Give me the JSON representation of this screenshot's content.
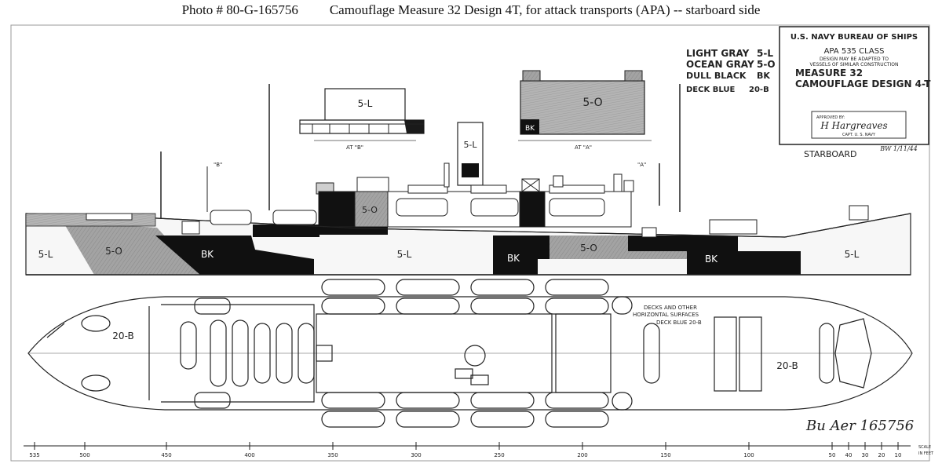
{
  "caption": {
    "photo_id": "Photo #  80-G-165756",
    "title": "Camouflage Measure 32 Design 4T, for attack transports (APA) -- starboard side"
  },
  "title_block": {
    "line1": "U.S. NAVY   BUREAU OF SHIPS",
    "class": "APA 535 CLASS",
    "note1": "DESIGN MAY BE ADAPTED TO",
    "note2": "VESSELS OF SIMILAR CONSTRUCTION",
    "measure": "MEASURE 32",
    "design": "CAMOUFLAGE DESIGN 4-T",
    "approved": "APPROVED BY:",
    "signature": "H Hargreaves",
    "rank": "CAPT. U. S. NAVY",
    "date": "BW 1/11/44"
  },
  "legend": [
    {
      "name": "LIGHT GRAY",
      "code": "5-L"
    },
    {
      "name": "OCEAN GRAY",
      "code": "5-O"
    },
    {
      "name": "DULL BLACK",
      "code": "BK"
    },
    {
      "name": "DECK BLUE",
      "code": "20-B"
    }
  ],
  "side_label": "STARBOARD",
  "sections": {
    "b_label": "AT \"B\"",
    "a_label": "AT \"A\"",
    "b_code": "5-L",
    "a_code": "5-O",
    "a_bk": "BK",
    "marker_b": "\"B\"",
    "marker_a": "\"A\"",
    "stack_code": "5-L"
  },
  "hull_labels": {
    "bow": "5-L",
    "band1": "5-O",
    "bk1": "BK",
    "mid": "5-L",
    "bk2": "BK",
    "band2": "5-O",
    "bk3": "BK",
    "stern": "5-L",
    "super": "5-O"
  },
  "deck_plan": {
    "left_code": "20-B",
    "right_code": "20-B",
    "note1": "DECKS AND OTHER",
    "note2": "HORIZONTAL SURFACES",
    "note3": "DECK BLUE 20-B"
  },
  "bu_aer": "Bu Aer 165756",
  "scale": {
    "ticks": [
      "535",
      "500",
      "450",
      "400",
      "350",
      "300",
      "250",
      "200",
      "150",
      "100",
      "50",
      "40",
      "30",
      "20",
      "10"
    ],
    "label1": "SCALE",
    "label2": "IN FEET"
  },
  "colors": {
    "light_gray": "#f2f2f2",
    "ocean_gray": "#9a9a9a",
    "dull_black": "#101010",
    "paper": "#ffffff"
  }
}
